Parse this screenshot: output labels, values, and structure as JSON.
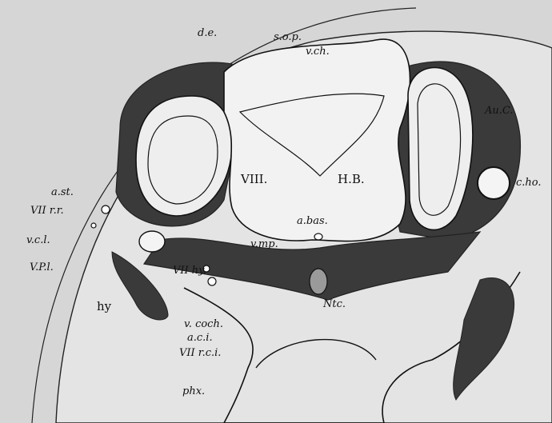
{
  "labels": {
    "d_e": "d.e.",
    "s_o_p": "s.o.p.",
    "v_ch": "v.ch.",
    "au_c": "Au.C.",
    "viii": "VIII.",
    "h_b": "H.B.",
    "c_ho": "c.ho.",
    "a_st": "a.st.",
    "vii_r_r": "VII r.r.",
    "a_bas": "a.bas.",
    "v_c_l": "v.c.l.",
    "v_mp": "v.mp.",
    "v_p_l": "V.P.l.",
    "vii_hy": "VII hy.",
    "ntc": "Ntc.",
    "hy": "hy",
    "v_coch": "v. coch.",
    "a_c_i": "a.c.i.",
    "vii_r_c_i": "VII r.c.i.",
    "phx": "phx."
  },
  "colors": {
    "background": "#d6d6d6",
    "cartilage": "#3a3a3a",
    "tissue": "#eeeeee",
    "ink": "#111111"
  }
}
